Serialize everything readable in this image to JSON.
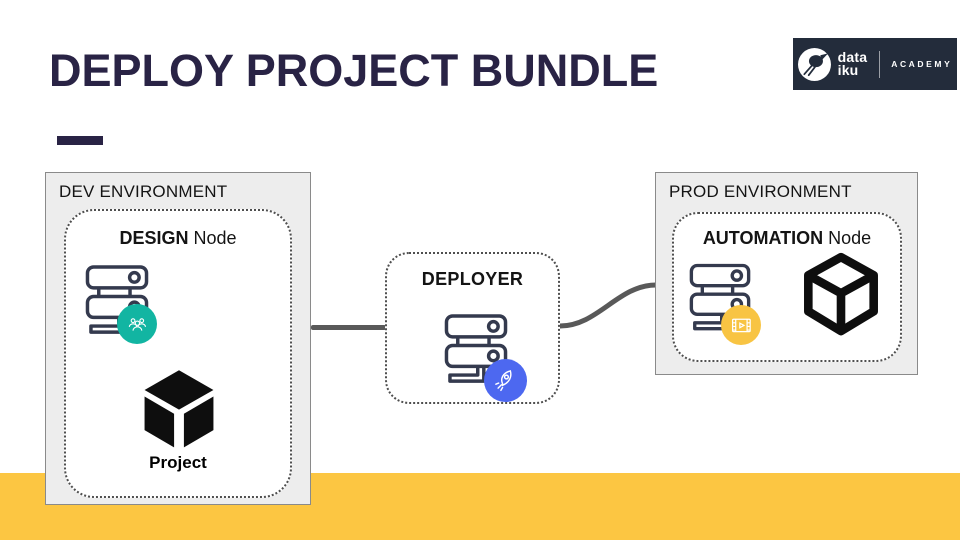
{
  "header": {
    "title": "DEPLOY PROJECT BUNDLE"
  },
  "logo": {
    "brand_line1": "data",
    "brand_line2": "iku",
    "suffix": "ACADEMY"
  },
  "dev_environment": {
    "label": "DEV ENVIRONMENT",
    "node_name_bold": "DESIGN",
    "node_name_rest": " Node",
    "artifact_label": "Project"
  },
  "deployer": {
    "label": "DEPLOYER"
  },
  "prod_environment": {
    "label": "PROD ENVIRONMENT",
    "node_name_bold": "AUTOMATION",
    "node_name_rest": " Node"
  },
  "icons": {
    "logo": "dataiku-bird-icon",
    "node": "server-stack-icon",
    "dev_badge": "users-group-icon",
    "deployer_badge": "rocket-icon",
    "prod_badge": "film-scenario-icon",
    "dev_artifact": "solid-cube-icon",
    "prod_artifact": "wireframe-cube-icon"
  },
  "colors": {
    "title_navy": "#292345",
    "logo_navy": "#232C3B",
    "accent_yellow": "#FCC642",
    "badge_teal": "#12B5A2",
    "badge_blue": "#4D68F0",
    "badge_yellow": "#F8C443",
    "connector_gray": "#595959",
    "env_box_gray": "#EDEDED",
    "icon_navy": "#343A4E"
  }
}
